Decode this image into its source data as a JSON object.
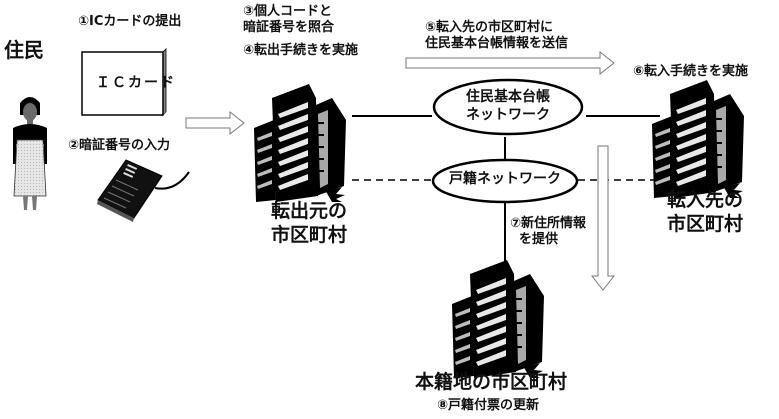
{
  "resident": {
    "label": "住民"
  },
  "steps": {
    "step1": "①ICカードの提出",
    "step2": "②暗証番号の入力",
    "step3": "③個人コードと\n暗証番号を照合",
    "step4": "④転出手続きを実施",
    "step5": "⑤転入先の市区町村に\n住民基本台帳情報を送信",
    "step6": "⑥転入手続きを実施",
    "step7": "⑦新住所情報\n  を提供",
    "step8": "⑧戸籍付票の更新"
  },
  "ic_card": {
    "label": "ＩＣカード"
  },
  "networks": {
    "resident_registry": "住民基本台帳\nネットワーク",
    "family_registry": "戸籍ネットワーク"
  },
  "municipalities": {
    "origin": "転出元の\n市区町村",
    "destination": "転入先の\n市区町村",
    "domicile": "本籍地の市区町村"
  }
}
